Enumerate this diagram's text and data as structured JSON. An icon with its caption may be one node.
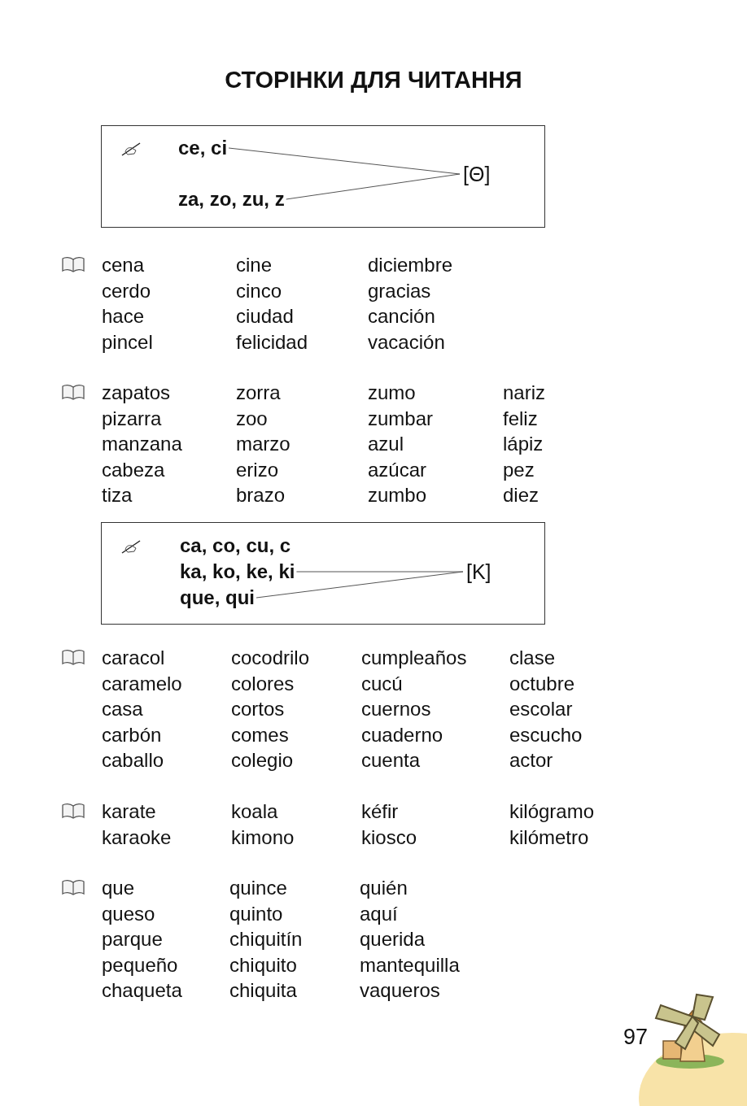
{
  "diagram": {
    "title": "СТОРІНКИ ДЛЯ ЧИТАННЯ",
    "nodes": [
      {
        "text": [],
        "shape": "box"
      },
      {
        "text": [
          "ce, ci"
        ],
        "in": 0
      },
      {
        "text": [
          "za, zo, zu, z"
        ],
        "in": 0
      },
      {
        "text": [
          "[Θ]"
        ],
        "in": 0
      },
      {
        "text": [],
        "shape": "box"
      },
      {
        "text": [
          "ca, co, cu, c"
        ],
        "in": 4
      },
      {
        "text": [
          "ka, ko, ke, ki"
        ],
        "in": 4
      },
      {
        "text": [
          "que, qui"
        ],
        "in": 4
      },
      {
        "text": [
          "[K]"
        ],
        "in": 4
      }
    ],
    "edges": [
      {
        "from": 1,
        "to": 3,
        "arrow": "none"
      },
      {
        "from": 2,
        "to": 3,
        "arrow": "none"
      },
      {
        "from": 6,
        "to": 8,
        "arrow": "none"
      },
      {
        "from": 7,
        "to": 8,
        "arrow": "none"
      }
    ],
    "labels": [
      "cena",
      "cine",
      "diciembre",
      "cerdo",
      "cinco",
      "gracias",
      "hace",
      "ciudad",
      "canción",
      "pincel",
      "felicidad",
      "vacación",
      "zapatos",
      "zorra",
      "zumo",
      "nariz",
      "pizarra",
      "zoo",
      "zumbar",
      "feliz",
      "manzana",
      "marzo",
      "azul",
      "lápiz",
      "cabeza",
      "erizo",
      "azúcar",
      "pez",
      "tiza",
      "brazo",
      "zumbo",
      "diez",
      "caracol",
      "cocodrilo",
      "cumpleaños",
      "clase",
      "caramelo",
      "colores",
      "cucú",
      "octubre",
      "casa",
      "cortos",
      "cuernos",
      "escolar",
      "carbón",
      "comes",
      "cuaderno",
      "escucho",
      "caballo",
      "colegio",
      "cuenta",
      "actor",
      "karate",
      "koala",
      "kéfir",
      "kilógramo",
      "karaoke",
      "kimono",
      "kiosco",
      "kilómetro",
      "que",
      "quince",
      "quién",
      "queso",
      "quinto",
      "aquí",
      "parque",
      "chiquitín",
      "querida",
      "pequeño",
      "chiquito",
      "mantequilla",
      "chaqueta",
      "chiquita",
      "vaqueros",
      "97"
    ]
  }
}
